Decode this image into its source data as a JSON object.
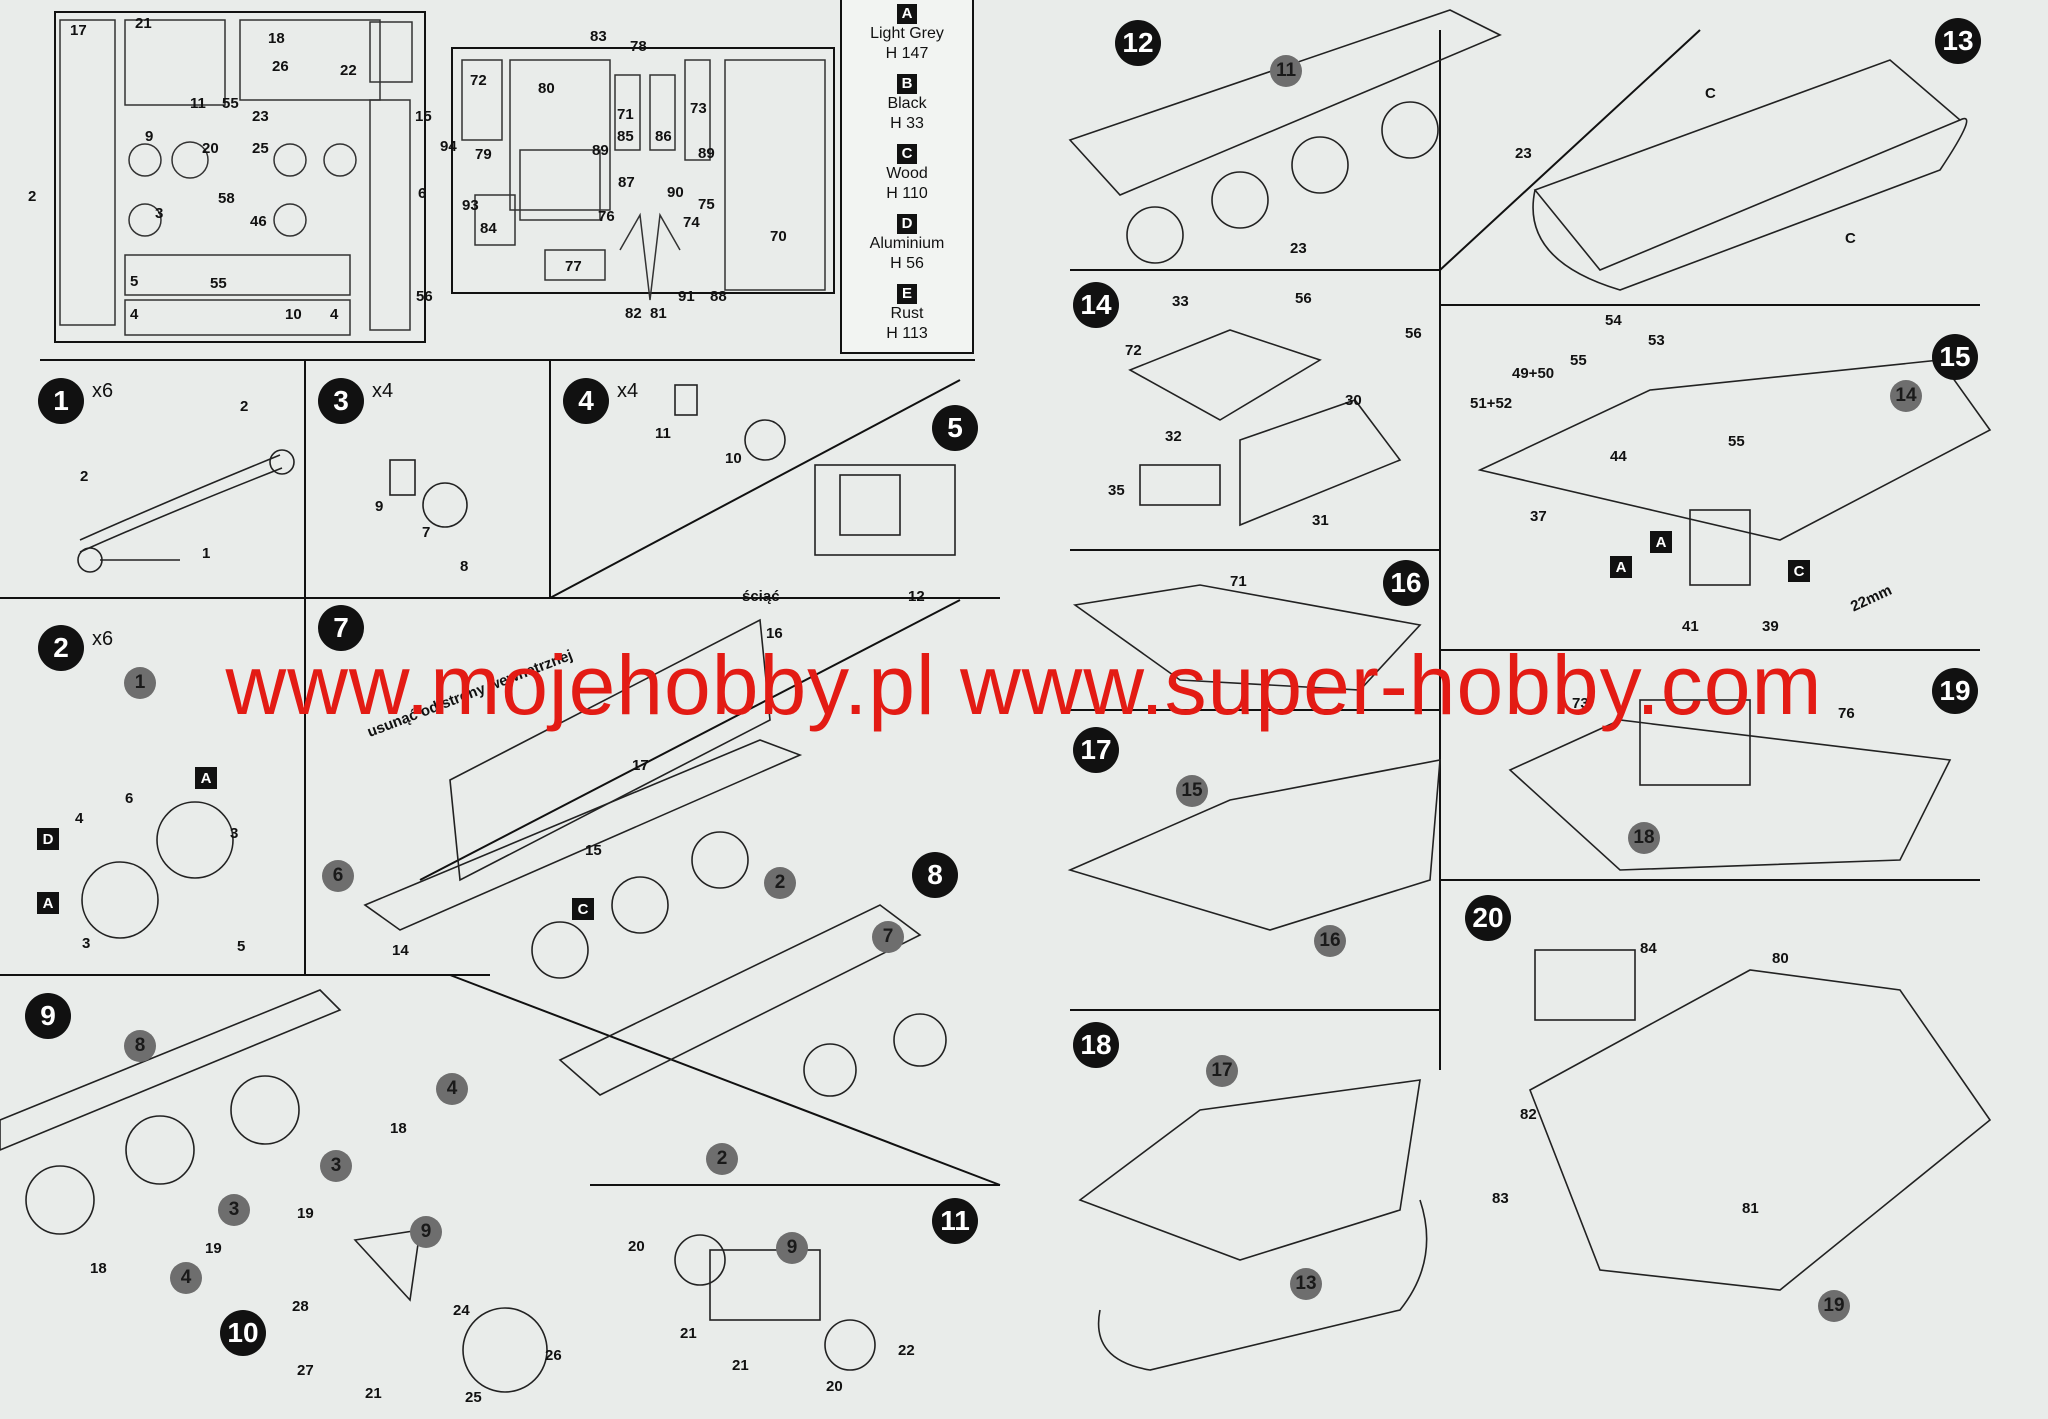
{
  "colors": {
    "background": "#e9ecea",
    "ink": "#111111",
    "watermark": "#e31b14",
    "reference_circle": "#6e6e6e"
  },
  "color_key": [
    {
      "letter": "A",
      "name": "Light Grey",
      "code": "H 147"
    },
    {
      "letter": "B",
      "name": "Black",
      "code": "H 33"
    },
    {
      "letter": "C",
      "name": "Wood",
      "code": "H 110"
    },
    {
      "letter": "D",
      "name": "Aluminium",
      "code": "H 56"
    },
    {
      "letter": "E",
      "name": "Rust",
      "code": "H 113"
    }
  ],
  "watermark": "www.mojehobby.pl www.super-hobby.com",
  "steps": {
    "s1": {
      "num": "1",
      "mult": "x6"
    },
    "s2": {
      "num": "2",
      "mult": "x6"
    },
    "s3": {
      "num": "3",
      "mult": "x4"
    },
    "s4": {
      "num": "4",
      "mult": "x4"
    },
    "s5": {
      "num": "5"
    },
    "s7": {
      "num": "7"
    },
    "s8": {
      "num": "8"
    },
    "s9": {
      "num": "9"
    },
    "s10": {
      "num": "10"
    },
    "s11": {
      "num": "11"
    },
    "s12": {
      "num": "12"
    },
    "s13": {
      "num": "13"
    },
    "s14": {
      "num": "14"
    },
    "s15": {
      "num": "15"
    },
    "s16": {
      "num": "16"
    },
    "s17": {
      "num": "17"
    },
    "s18": {
      "num": "18"
    },
    "s19": {
      "num": "19"
    },
    "s20": {
      "num": "20"
    }
  },
  "notes": {
    "sciac": "ściąć",
    "usunac": "usunąć od strony wewnętrznej",
    "dim_22mm": "22mm"
  },
  "part_labels": {
    "s1": [
      "2",
      "2",
      "1"
    ],
    "s2": [
      "1",
      "4",
      "6",
      "3",
      "3",
      "5"
    ],
    "s3": [
      "9",
      "7",
      "8"
    ],
    "s4": [
      "11",
      "10"
    ],
    "s5": [
      "12"
    ],
    "s7": [
      "16",
      "17",
      "15",
      "14"
    ],
    "s9": [
      "18",
      "18",
      "19",
      "19"
    ],
    "s10": [
      "28",
      "27",
      "21",
      "24",
      "26",
      "25"
    ],
    "s11": [
      "20",
      "21",
      "21",
      "22",
      "20"
    ],
    "s12": [
      "23",
      "23"
    ],
    "s13": [
      "C",
      "C"
    ],
    "s14": [
      "33",
      "56",
      "56",
      "72",
      "32",
      "30",
      "35",
      "31"
    ],
    "s15": [
      "54",
      "53",
      "49+50",
      "55",
      "51+52",
      "44",
      "55",
      "37",
      "41",
      "39"
    ],
    "s16": [
      "71"
    ],
    "s19": [
      "73",
      "76"
    ],
    "s20": [
      "84",
      "80",
      "82",
      "83",
      "81"
    ],
    "sprue": [
      "17",
      "21",
      "18",
      "26",
      "22",
      "11",
      "55",
      "23",
      "15",
      "9",
      "20",
      "25",
      "2",
      "6",
      "3",
      "58",
      "46",
      "5",
      "55",
      "4",
      "10",
      "4",
      "56",
      "83",
      "78",
      "72",
      "80",
      "71",
      "85",
      "86",
      "73",
      "94",
      "79",
      "89",
      "89",
      "87",
      "90",
      "75",
      "93",
      "76",
      "74",
      "70",
      "84",
      "77",
      "82",
      "81",
      "91",
      "88"
    ]
  },
  "gray_refs": {
    "s2": "1",
    "s7": "6",
    "s8a": "2",
    "s8b": "7",
    "s8c": "2",
    "s9a": "8",
    "s9b": "4",
    "s9c": "3",
    "s9d": "3",
    "s9e": "4",
    "s10": "9",
    "s11": "9",
    "s12": "11",
    "s15": "14",
    "s17a": "15",
    "s17b": "16",
    "s18a": "17",
    "s18b": "13",
    "s19": "18",
    "s20": "19"
  },
  "paint_tags": [
    "A",
    "D",
    "A",
    "C",
    "A",
    "A",
    "C"
  ]
}
